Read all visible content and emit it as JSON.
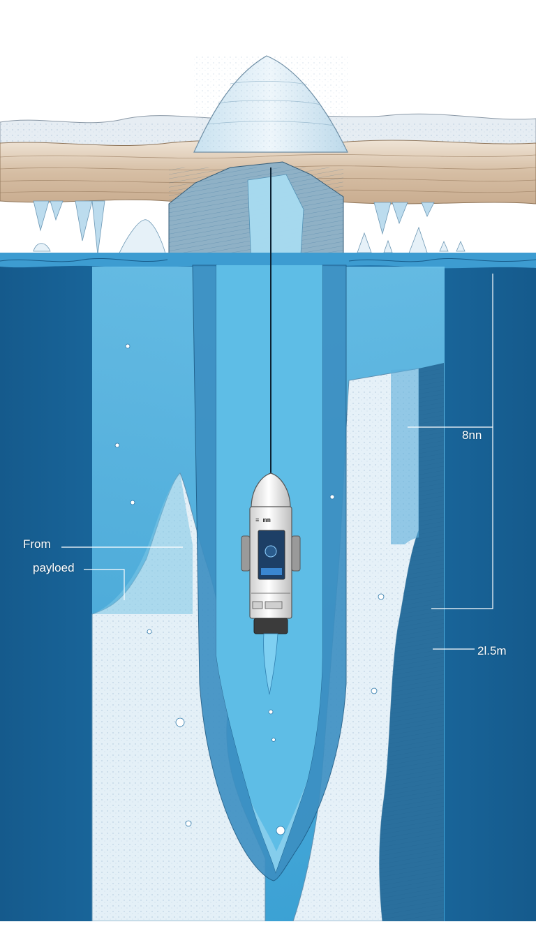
{
  "labels": {
    "from": "From",
    "payload": "payloed",
    "depth_a": "8nn",
    "depth_b": "2l.5m",
    "probe_tag": "≡ mm"
  },
  "colors": {
    "sky": "#ffffff",
    "ice_surface": "#e4ecf3",
    "sediment": "#d9c4ad",
    "water_deep": "#175f93",
    "water_light": "#4fb1de",
    "borehole": "#7fcbe9",
    "ice_wall": "#dfeef6",
    "probe_body": "#f2f2f2",
    "probe_screen": "#1d5ea8"
  }
}
